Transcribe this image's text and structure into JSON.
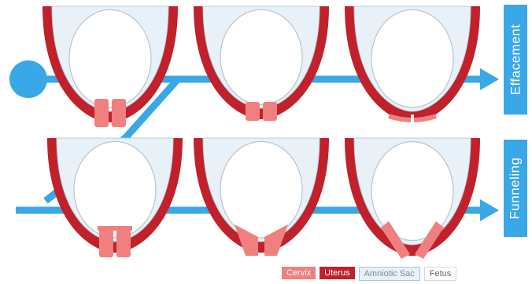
{
  "labels": {
    "top": "Effacement",
    "bottom": "Funneling"
  },
  "legend": [
    {
      "key": "cervix",
      "label": "Cervix",
      "color": "#f08080"
    },
    {
      "key": "uterus",
      "label": "Uterus",
      "color": "#c0212b"
    },
    {
      "key": "amniotic",
      "label": "Amniotic Sac",
      "color": "#e8f1f7"
    },
    {
      "key": "fetus",
      "label": "Fetus",
      "color": "#ffffff"
    }
  ],
  "colors": {
    "arrow": "#3aa7e6",
    "uterus": "#c0212b",
    "cervix": "#f08080",
    "sac": "#e8f1f7",
    "fetus": "#ffffff"
  },
  "stages": {
    "effacement": [
      "long-closed",
      "shortening",
      "effaced"
    ],
    "funneling": [
      "T-shape",
      "Y-shape",
      "V-shape"
    ]
  }
}
